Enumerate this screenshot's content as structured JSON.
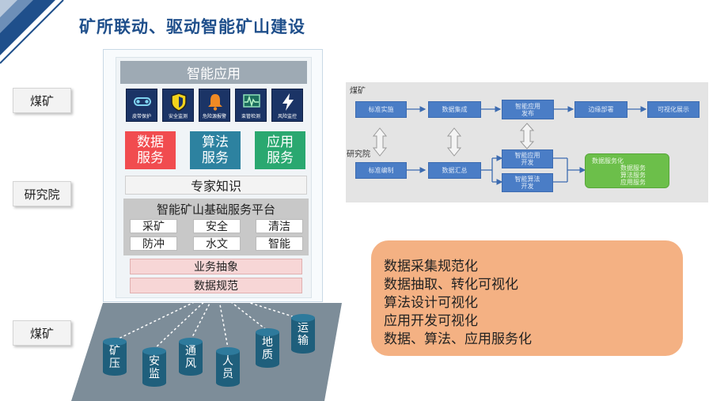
{
  "title": "矿所联动、驱动智能矿山建设",
  "side_labels": {
    "top": "煤矿",
    "middle": "研究院",
    "bottom": "煤矿"
  },
  "stack": {
    "app_bar": "智能应用",
    "icons": [
      {
        "name": "belt-icon",
        "label": "皮带保护"
      },
      {
        "name": "shield-icon",
        "label": "安全监测"
      },
      {
        "name": "bell-icon",
        "label": "危险源报警"
      },
      {
        "name": "monitor-icon",
        "label": "束管检测"
      },
      {
        "name": "lightning-icon",
        "label": "风险监控"
      }
    ],
    "services": [
      {
        "l1": "数据",
        "l2": "服务"
      },
      {
        "l1": "算法",
        "l2": "服务"
      },
      {
        "l1": "应用",
        "l2": "服务"
      }
    ],
    "expert": "专家知识",
    "platform_title": "智能矿山基础服务平台",
    "platform_cells": [
      "采矿",
      "安全",
      "清洁",
      "防冲",
      "水文",
      "智能"
    ],
    "business": "业务抽象",
    "norm": "数据规范",
    "cylinders": [
      {
        "l1": "矿",
        "l2": "压"
      },
      {
        "l1": "安",
        "l2": "监"
      },
      {
        "l1": "通",
        "l2": "风"
      },
      {
        "l1": "人",
        "l2": "员"
      },
      {
        "l1": "地",
        "l2": "质"
      },
      {
        "l1": "运",
        "l2": "输"
      }
    ]
  },
  "process": {
    "row1_label": "煤矿",
    "row2_label": "研究院",
    "row1": [
      "标准实施",
      "数据集成",
      "智能应用\n发布",
      "边缘部署",
      "可视化展示"
    ],
    "row2": [
      "标准编制",
      "数据汇总",
      "智能应用\n开发",
      "智能算法\n开发"
    ],
    "green": {
      "title": "数据服务化",
      "items": [
        "数据服务",
        "算法服务",
        "应用服务"
      ]
    }
  },
  "summary": [
    "数据采集规范化",
    "数据抽取、转化可视化",
    "算法设计可视化",
    "应用开发可视化",
    "数据、算法、应用服务化"
  ],
  "colors": {
    "title": "#1f4f8b",
    "data_service": "#f14c4f",
    "algo_service": "#2d82a0",
    "app_service": "#2aa870",
    "icon_bg": "#1b3466",
    "cylinder": "#1f5f7c",
    "process_box": "#4a7dc6",
    "green_box": "#6cbf4a",
    "summary_bg": "#f4b183"
  }
}
